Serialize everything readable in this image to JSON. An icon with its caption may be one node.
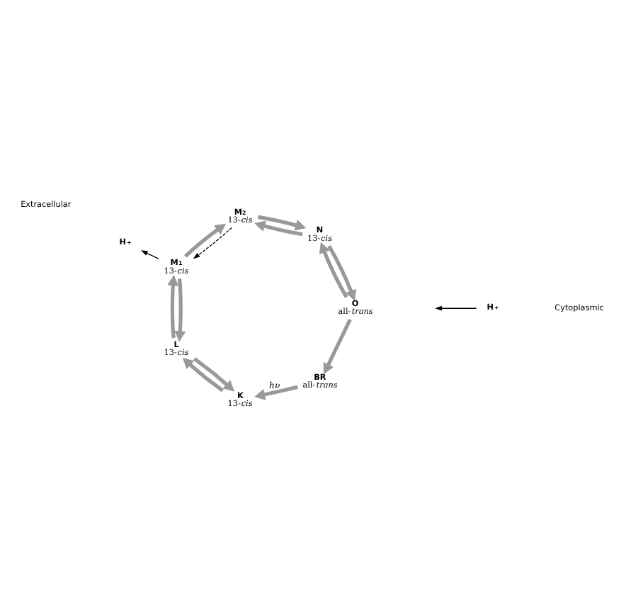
{
  "diagram": {
    "nodes": [
      {
        "text": [
          "BR",
          "all-*trans*"
        ]
      },
      {
        "text": [
          "K",
          "13-*cis*"
        ]
      },
      {
        "text": [
          "L",
          "13-*cis*"
        ]
      },
      {
        "text": [
          "M$_{1}$",
          "13-*cis*"
        ]
      },
      {
        "text": [
          "M$_{2}$",
          "13-*cis*"
        ]
      },
      {
        "text": [
          "N",
          "13-*cis*"
        ]
      },
      {
        "text": [
          "O",
          "all-*trans*"
        ]
      },
      {
        "text": [
          "H$^{+}$"
        ]
      },
      {
        "text": [
          "H$^{+}$"
        ]
      }
    ],
    "edges": [
      {
        "from": 6,
        "to": 0,
        "arrow": "to"
      },
      {
        "from": 0,
        "to": 1,
        "arrow": "to",
        "label": "hν"
      },
      {
        "from": 1,
        "to": 2,
        "arrow": "to"
      },
      {
        "from": 2,
        "to": 1,
        "arrow": "to"
      },
      {
        "from": 2,
        "to": 3,
        "arrow": "to"
      },
      {
        "from": 3,
        "to": 2,
        "arrow": "to"
      },
      {
        "from": 3,
        "to": 4,
        "arrow": "to"
      },
      {
        "from": 4,
        "to": 3,
        "arrow": "to",
        "style": "dashed",
        "color": "#000000"
      },
      {
        "from": 4,
        "to": 5,
        "arrow": "to"
      },
      {
        "from": 5,
        "to": 4,
        "arrow": "to"
      },
      {
        "from": 5,
        "to": 6,
        "arrow": "to"
      },
      {
        "from": 6,
        "to": 5,
        "arrow": "to"
      },
      {
        "from": 7,
        "to": null,
        "arrow": "to",
        "color": "#000000"
      },
      {
        "from": 3,
        "to": 8,
        "arrow": "to",
        "color": "#000000"
      }
    ],
    "labels": [
      "Cytoplasmic",
      "Extracellular"
    ]
  }
}
